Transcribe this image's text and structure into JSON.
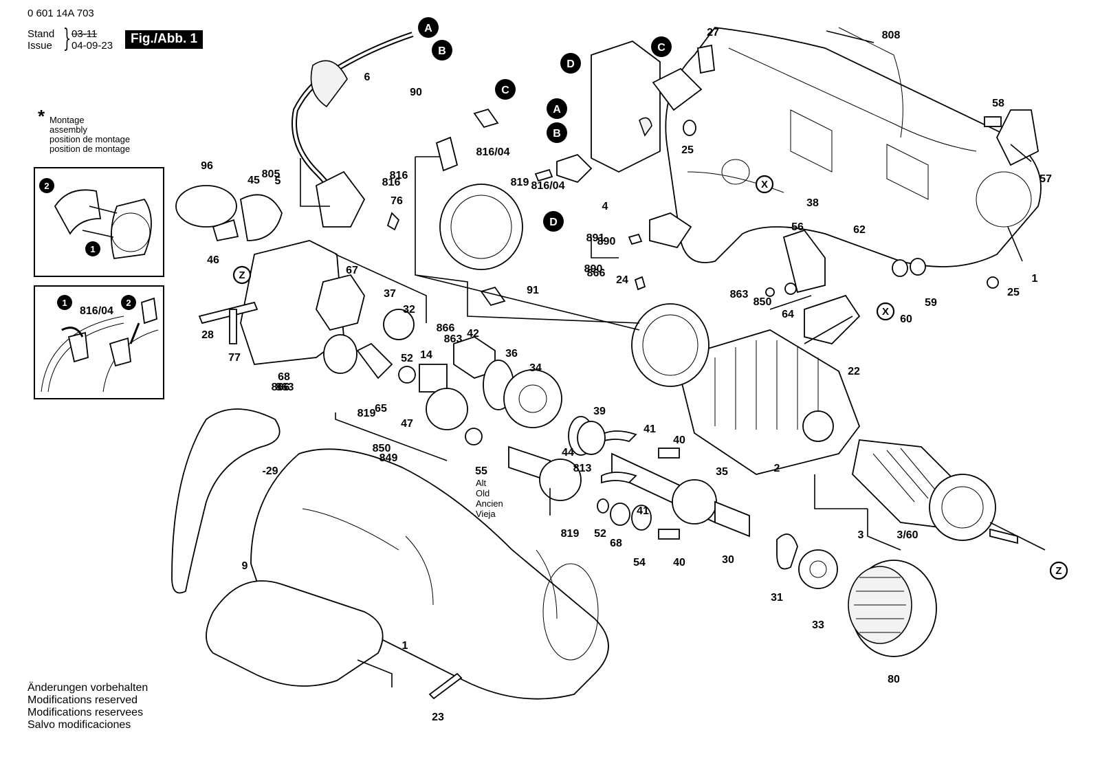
{
  "header": {
    "doc_number": "0 601 14A 703",
    "stand_label": "Stand",
    "issue_label": "Issue",
    "stand_value": "03-11",
    "issue_value": "04-09-23",
    "figure_label": "Fig./Abb. 1"
  },
  "assembly_note": {
    "symbol": "*",
    "lines": [
      "Montage",
      "assembly",
      "position de montage",
      "position de montage"
    ]
  },
  "inset_bottom_label": "816/04",
  "old_part_note": [
    "Alt",
    "Old",
    "Ancien",
    "Vieja"
  ],
  "footer": {
    "lines": [
      "Änderungen vorbehalten",
      "Modifications reserved",
      "Modifications reservees",
      "Salvo modificaciones"
    ]
  },
  "connector_markers": [
    "A",
    "B",
    "C",
    "D"
  ],
  "assembly_markers": [
    "X",
    "Z"
  ],
  "inset_step_markers": [
    "1",
    "2"
  ],
  "part_numbers": [
    "1",
    "2",
    "3",
    "3/60",
    "4",
    "5",
    "6",
    "9",
    "14",
    "22",
    "23",
    "24",
    "25",
    "27",
    "28",
    "-29",
    "30",
    "31",
    "32",
    "33",
    "34",
    "35",
    "36",
    "37",
    "38",
    "39",
    "40",
    "41",
    "42",
    "44",
    "45",
    "46",
    "47",
    "52",
    "54",
    "55",
    "56",
    "57",
    "58",
    "59",
    "60",
    "62",
    "64",
    "65",
    "67",
    "68",
    "76",
    "77",
    "80",
    "90",
    "91",
    "96",
    "805",
    "808",
    "813",
    "816",
    "816/04",
    "819",
    "849",
    "850",
    "863",
    "866",
    "890",
    "891"
  ]
}
